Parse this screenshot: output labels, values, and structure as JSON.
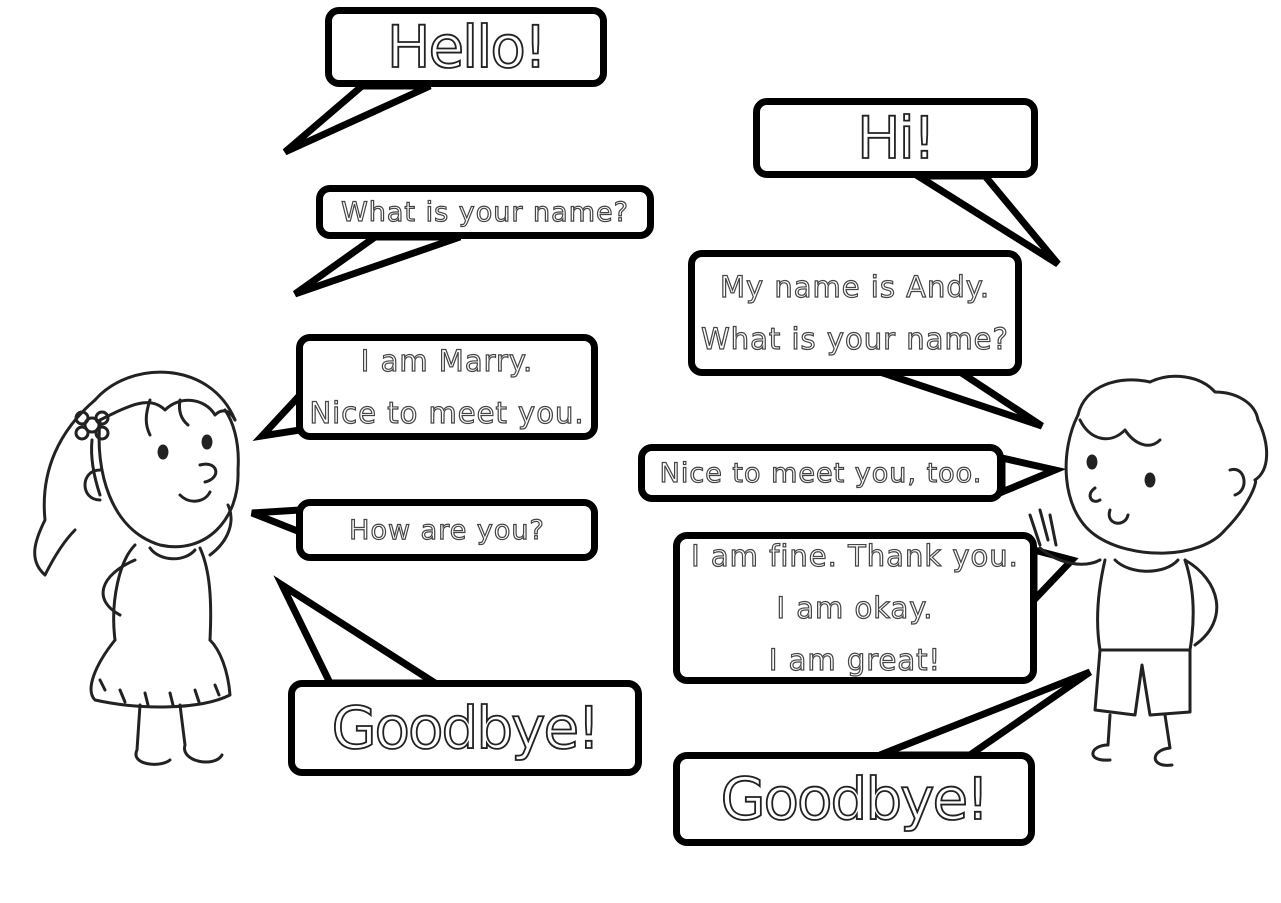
{
  "girl": {
    "bubbles": {
      "hello": "Hello!",
      "ask_name": "What is your name?",
      "intro_line1": "I am Marry.",
      "intro_line2": "Nice to meet you.",
      "how_are_you": "How are you?",
      "goodbye": "Goodbye!"
    }
  },
  "boy": {
    "bubbles": {
      "hi": "Hi!",
      "intro_line1": "My name is Andy.",
      "intro_line2": "What is your name?",
      "nice_too": "Nice to meet you, too.",
      "fine_line1": "I am fine. Thank you.",
      "fine_line2": "I am okay.",
      "fine_line3": "I am great!",
      "goodbye": "Goodbye!"
    }
  },
  "colors": {
    "outline": "#000000",
    "trace_text": "#444444",
    "background": "#ffffff"
  }
}
